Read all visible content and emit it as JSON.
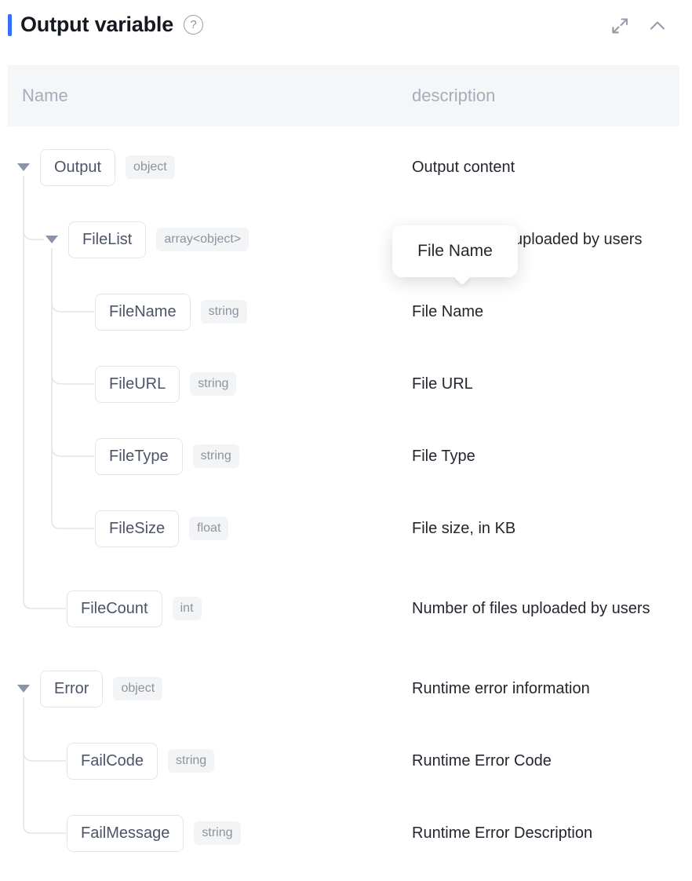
{
  "header": {
    "title": "Output variable",
    "accent_color": "#3370FF",
    "icons": [
      "help-question-circle",
      "expand-arrows",
      "collapse-chevron-up"
    ]
  },
  "table": {
    "columns": {
      "name": "Name",
      "description": "description"
    },
    "rows": [
      {
        "name": "Output",
        "type": "object",
        "description": "Output content",
        "level": 0,
        "expanded": true
      },
      {
        "name": "FileList",
        "type": "array<object>",
        "description_visible": "uploaded by users",
        "level": 1,
        "expanded": true
      },
      {
        "name": "FileName",
        "type": "string",
        "description": "File Name",
        "level": 2
      },
      {
        "name": "FileURL",
        "type": "string",
        "description": "File URL",
        "level": 2
      },
      {
        "name": "FileType",
        "type": "string",
        "description": "File Type",
        "level": 2
      },
      {
        "name": "FileSize",
        "type": "float",
        "description": "File size, in KB",
        "level": 2
      },
      {
        "name": "FileCount",
        "type": "int",
        "description": "Number of files uploaded by users",
        "level": 1
      },
      {
        "name": "Error",
        "type": "object",
        "description": "Runtime error information",
        "level": 0,
        "expanded": true
      },
      {
        "name": "FailCode",
        "type": "string",
        "description": "Runtime Error Code",
        "level": 1
      },
      {
        "name": "FailMessage",
        "type": "string",
        "description": "Runtime Error Description",
        "level": 1
      }
    ]
  },
  "tooltip": {
    "text": "File Name"
  },
  "colors": {
    "accent": "#3370FF",
    "tree_line": "#E2E4E9",
    "triangle": "#8A94A6",
    "box_border": "#E3E5EA",
    "box_text": "#4B5468",
    "pill_bg": "#F3F4F6",
    "pill_text": "#8D939E",
    "header_band_bg": "#F5F6F8",
    "header_label": "#A6ACB9",
    "icon_gray": "#959CA9"
  }
}
